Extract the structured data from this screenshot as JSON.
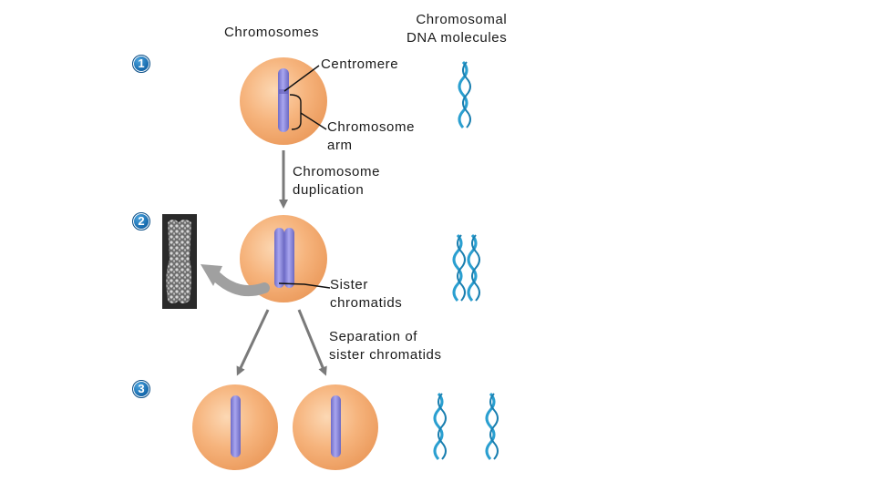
{
  "labels": {
    "chromosomes": "Chromosomes",
    "dna_molecules": "Chromosomal\nDNA molecules",
    "centromere": "Centromere",
    "chromosome_arm": "Chromosome\narm",
    "duplication": "Chromosome\nduplication",
    "sister_chromatids": "Sister\nchromatids",
    "separation": "Separation of\nsister chromatids"
  },
  "steps": [
    "1",
    "2",
    "3"
  ],
  "colors": {
    "cell": "#f5b078",
    "cell_edge": "#e99a5c",
    "chromosome": "#8f8ce0",
    "dna": "#2a9fd0",
    "arrow": "#7a7a7a",
    "step_badge": "#1a78c2"
  }
}
